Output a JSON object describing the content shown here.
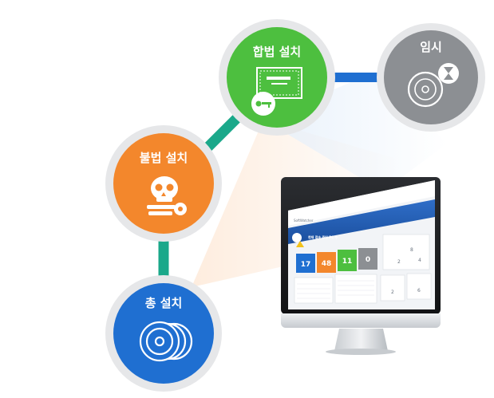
{
  "nodes": {
    "total": {
      "label": "총 설치",
      "color": "#1f6fd1"
    },
    "illegal": {
      "label": "불법 설치",
      "color": "#f3872c"
    },
    "legal": {
      "label": "합법 설치",
      "color": "#4dbf3f"
    },
    "temp": {
      "label": "임시",
      "color": "#8c8f93"
    }
  },
  "connectors": {
    "total_illegal": "#1aa88a",
    "illegal_legal": "#1aa88a",
    "legal_temp": "#1f6fd1"
  },
  "monitor": {
    "brand": "SoftWatcher",
    "banner": "현재 접속 중인 PC 수",
    "kpis": [
      {
        "value": "17",
        "color": "#1f6fd1"
      },
      {
        "value": "48",
        "color": "#f3872c"
      },
      {
        "value": "11",
        "color": "#4dbf3f"
      },
      {
        "value": "0",
        "color": "#8c8f93"
      }
    ],
    "side_values": [
      "8",
      "2",
      "4",
      "2",
      "6"
    ]
  }
}
